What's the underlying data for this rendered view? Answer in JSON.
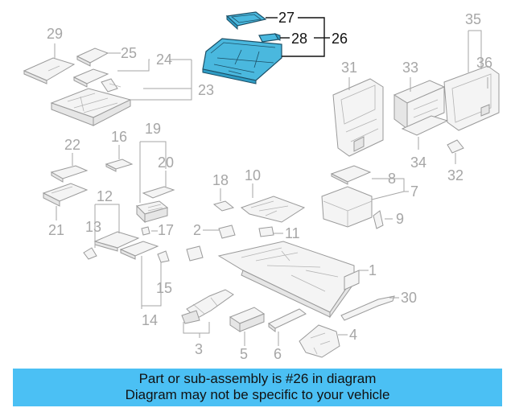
{
  "diagram": {
    "highlighted_part": "26",
    "highlight_color": "#4ab8de",
    "callouts": [
      {
        "id": "c1",
        "label": "1"
      },
      {
        "id": "c2",
        "label": "2"
      },
      {
        "id": "c3",
        "label": "3"
      },
      {
        "id": "c4",
        "label": "4"
      },
      {
        "id": "c5",
        "label": "5"
      },
      {
        "id": "c6",
        "label": "6"
      },
      {
        "id": "c7",
        "label": "7"
      },
      {
        "id": "c8",
        "label": "8"
      },
      {
        "id": "c9",
        "label": "9"
      },
      {
        "id": "c10",
        "label": "10"
      },
      {
        "id": "c11",
        "label": "11"
      },
      {
        "id": "c12",
        "label": "12"
      },
      {
        "id": "c13",
        "label": "13"
      },
      {
        "id": "c14",
        "label": "14"
      },
      {
        "id": "c15",
        "label": "15"
      },
      {
        "id": "c16",
        "label": "16"
      },
      {
        "id": "c17",
        "label": "17"
      },
      {
        "id": "c18",
        "label": "18"
      },
      {
        "id": "c19",
        "label": "19"
      },
      {
        "id": "c20",
        "label": "20"
      },
      {
        "id": "c21",
        "label": "21"
      },
      {
        "id": "c22",
        "label": "22"
      },
      {
        "id": "c23",
        "label": "23"
      },
      {
        "id": "c24",
        "label": "24"
      },
      {
        "id": "c25",
        "label": "25"
      },
      {
        "id": "c26",
        "label": "26"
      },
      {
        "id": "c27",
        "label": "27"
      },
      {
        "id": "c28",
        "label": "28"
      },
      {
        "id": "c29",
        "label": "29"
      },
      {
        "id": "c30",
        "label": "30"
      },
      {
        "id": "c31",
        "label": "31"
      },
      {
        "id": "c32",
        "label": "32"
      },
      {
        "id": "c33",
        "label": "33"
      },
      {
        "id": "c34",
        "label": "34"
      },
      {
        "id": "c35",
        "label": "35"
      },
      {
        "id": "c36",
        "label": "36"
      }
    ]
  },
  "banner": {
    "background": "#4bc0f4",
    "line1": "Part or sub-assembly is #26 in diagram",
    "line2": "Diagram may not be specific to your vehicle"
  }
}
